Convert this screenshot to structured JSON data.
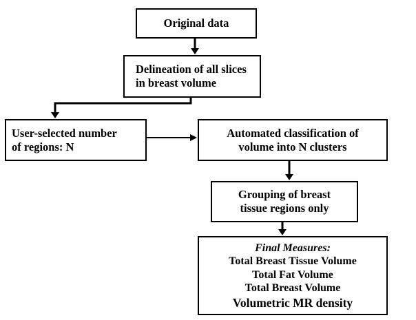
{
  "diagram": {
    "nodes": {
      "original_data": {
        "lines": [
          "Original data"
        ]
      },
      "delineation": {
        "lines": [
          "Delineation of all slices",
          "in breast volume"
        ]
      },
      "user_selected": {
        "lines": [
          "User-selected number",
          "of regions: N"
        ]
      },
      "automated": {
        "lines": [
          "Automated classification of",
          "volume into N clusters"
        ]
      },
      "grouping": {
        "lines": [
          "Grouping of breast",
          "tissue regions only"
        ]
      },
      "final_measures": {
        "title": "Final Measures:",
        "items": [
          "Total Breast Tissue Volume",
          "Total Fat Volume",
          "Total Breast Volume",
          "Volumetric MR density"
        ]
      }
    },
    "edges": [
      {
        "from": "original_data",
        "to": "delineation"
      },
      {
        "from": "delineation",
        "to": "user_selected"
      },
      {
        "from": "user_selected",
        "to": "automated"
      },
      {
        "from": "automated",
        "to": "grouping"
      },
      {
        "from": "grouping",
        "to": "final_measures"
      }
    ],
    "colors": {
      "stroke": "#000000",
      "fill": "#ffffff",
      "text": "#000000"
    }
  }
}
